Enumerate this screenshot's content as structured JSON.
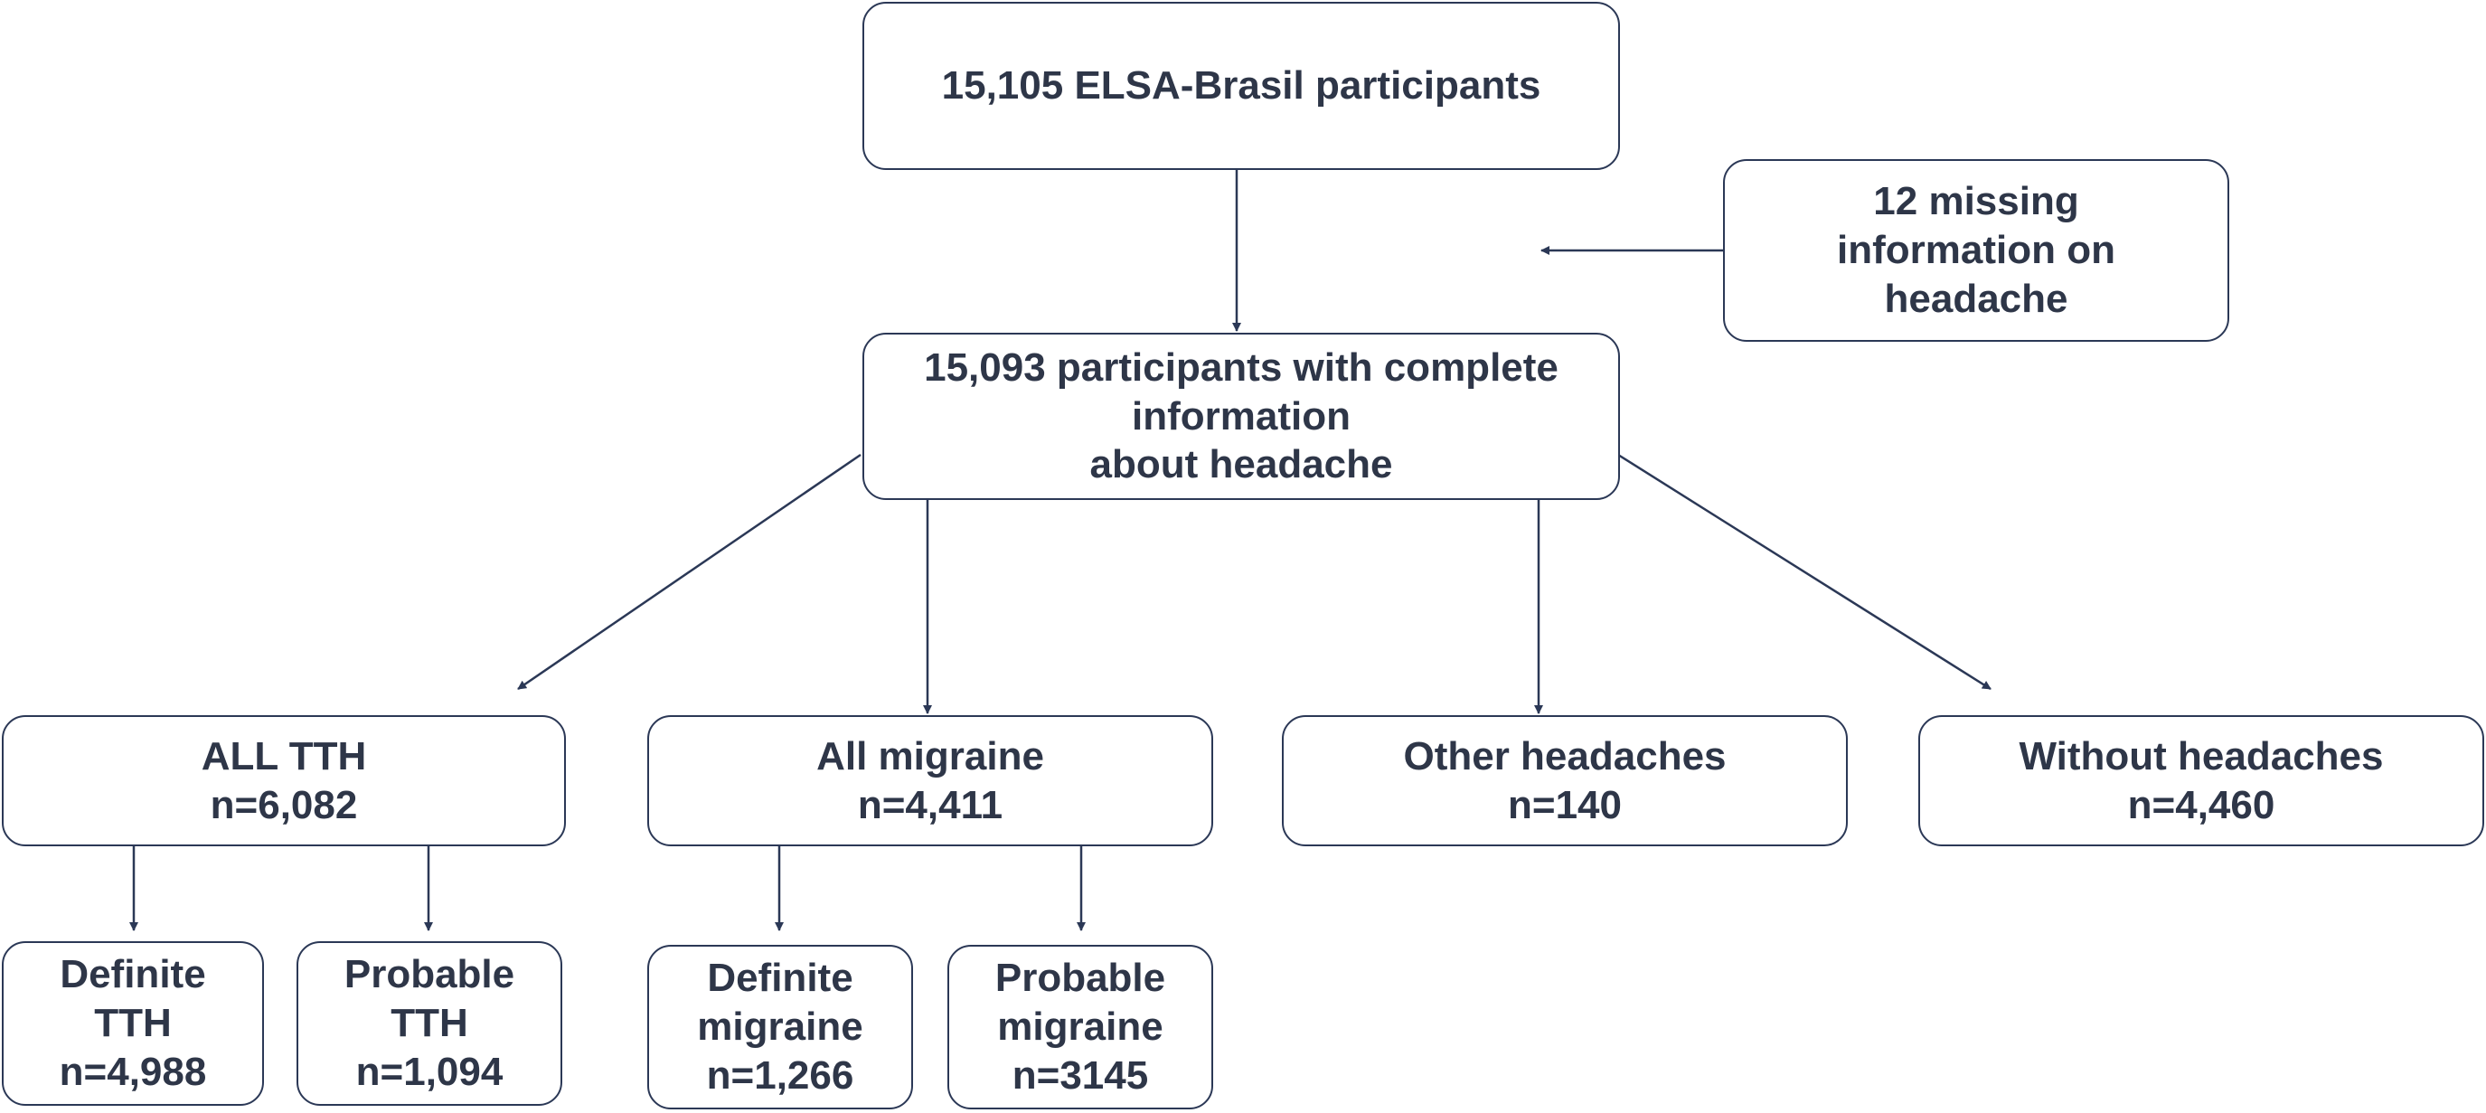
{
  "colors": {
    "line": "#2b3856",
    "text": "#2e3648",
    "border": "#2b3856"
  },
  "nodes": {
    "root": {
      "line1": "15,105 ELSA-Brasil participants"
    },
    "missing": {
      "line1": "12 missing",
      "line2": "information on",
      "line3": "headache"
    },
    "complete": {
      "line1": "15,093 participants with complete",
      "line2": "information",
      "line3": "about headache"
    },
    "all_tth": {
      "label": "ALL TTH",
      "n": "n=6,082"
    },
    "all_migraine": {
      "label": "All migraine",
      "n": "n=4,411"
    },
    "other_headaches": {
      "label": "Other headaches",
      "n": "n=140"
    },
    "without_headaches": {
      "label": "Without headaches",
      "n": "n=4,460"
    },
    "definite_tth": {
      "line1": "Definite",
      "line2": "TTH",
      "n": "n=4,988"
    },
    "probable_tth": {
      "line1": "Probable",
      "line2": "TTH",
      "n": "n=1,094"
    },
    "definite_migraine": {
      "line1": "Definite",
      "line2": "migraine",
      "n": "n=1,266"
    },
    "probable_migraine": {
      "line1": "Probable",
      "line2": "migraine",
      "n": "n=3145"
    }
  }
}
